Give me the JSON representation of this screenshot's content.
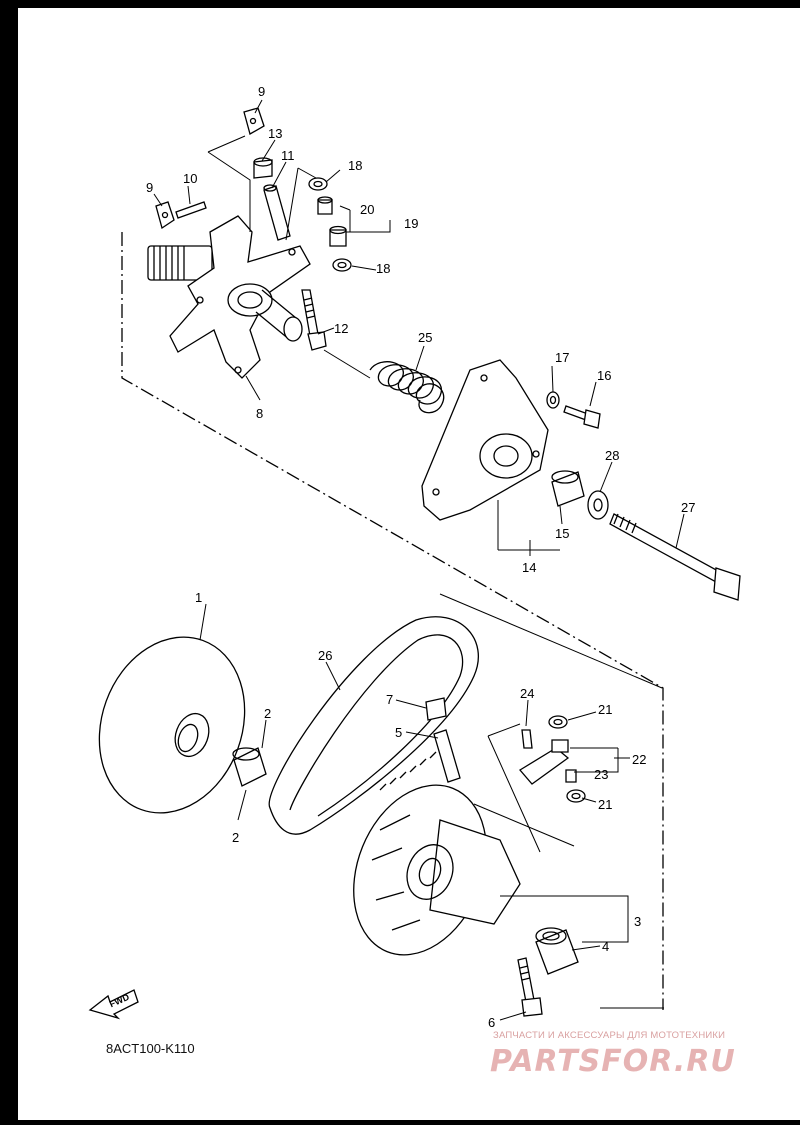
{
  "diagram": {
    "reference_code": "8ACT100-K110",
    "fwd_label": "FWD",
    "callouts": [
      "9",
      "13",
      "11",
      "18",
      "9",
      "10",
      "20",
      "19",
      "18",
      "12",
      "25",
      "17",
      "16",
      "8",
      "28",
      "27",
      "15",
      "14",
      "1",
      "26",
      "7",
      "24",
      "21",
      "2",
      "5",
      "22",
      "23",
      "2",
      "21",
      "3",
      "4",
      "6"
    ]
  },
  "watermark": {
    "caption": "ЗАПЧАСТИ И АКСЕССУАРЫ ДЛЯ МОТОТЕХНИКИ",
    "logo": "PARTSFOR.RU"
  }
}
